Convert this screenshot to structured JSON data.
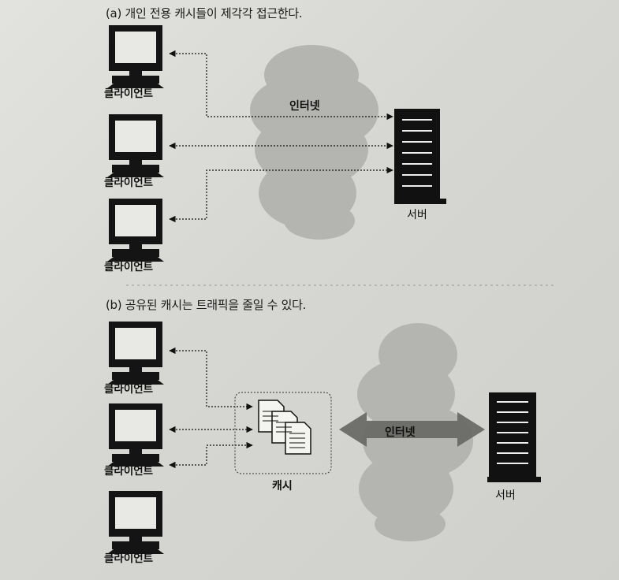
{
  "section_a": {
    "title": "(a) 개인 전용 캐시들이 제각각 접근한다.",
    "client_label": "클라이언트",
    "internet_label": "인터넷",
    "server_label": "서버"
  },
  "section_b": {
    "title": "(b) 공유된 캐시는 트래픽을 줄일 수 있다.",
    "client_label": "클라이언트",
    "internet_label": "인터넷",
    "cache_label": "캐시",
    "server_label": "서버"
  },
  "colors": {
    "cloud": "#b4b4b0",
    "icon": "#141414",
    "arrow_band": "#6a6a66"
  },
  "icons": [
    "computer-icon",
    "server-icon",
    "document-stack-icon",
    "cloud-icon"
  ]
}
